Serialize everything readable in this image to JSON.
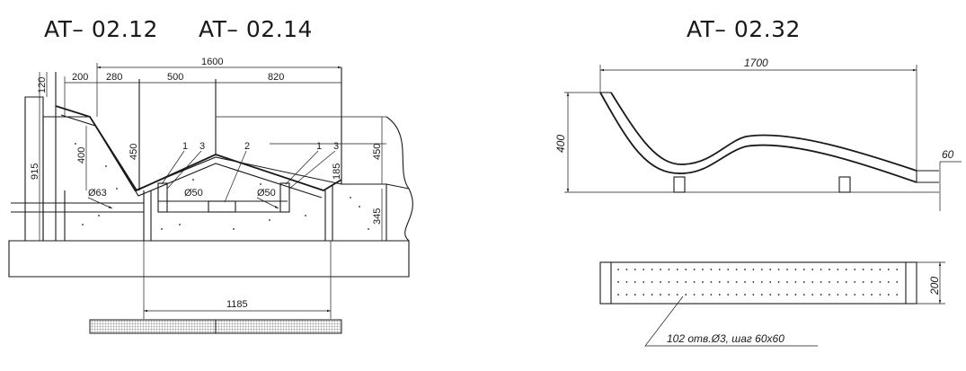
{
  "titles": {
    "left_a": "AT– 02.12",
    "left_b": "AT– 02.14",
    "right": "AT– 02.32"
  },
  "left_drawing": {
    "dim_overall": "1600",
    "dim_segments": [
      "200",
      "280",
      "500",
      "820"
    ],
    "dim_left_top": "120",
    "dim_left_height": "915",
    "dim_inner_400": "400",
    "dim_inner_450": "450",
    "dim_right_450": "450",
    "dim_right_185": "185",
    "dim_right_345": "345",
    "dim_bottom": "1185",
    "callouts": [
      "1",
      "3",
      "2",
      "1",
      "3"
    ],
    "pipe_labels": [
      "Ø63",
      "Ø50",
      "Ø50"
    ]
  },
  "right_drawing": {
    "dim_length": "1700",
    "dim_height": "400",
    "dim_end": "60",
    "dim_width": "200",
    "note": "102 отв.Ø3, шаг 60x60"
  }
}
